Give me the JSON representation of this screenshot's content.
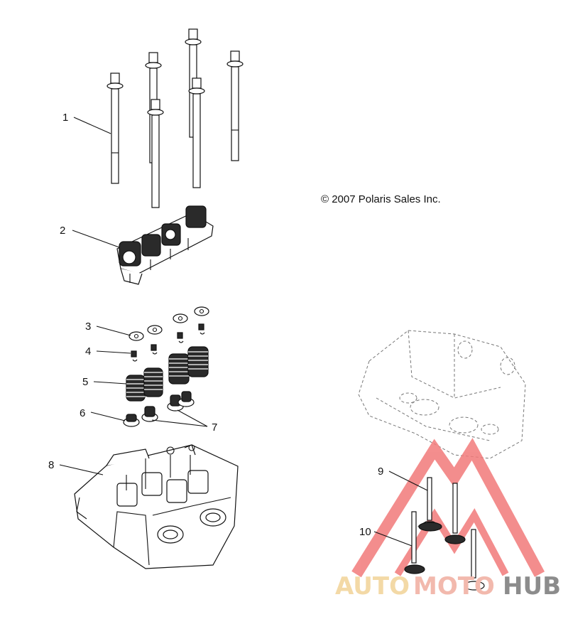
{
  "copyright": "© 2007 Polaris Sales Inc.",
  "callouts": [
    "1",
    "2",
    "3",
    "4",
    "5",
    "6",
    "7",
    "8",
    "9",
    "10"
  ],
  "watermark": {
    "part1": "AUTO",
    "part2": "MOTO",
    "part3": "HUB",
    "colors": {
      "auto": "#f3d9a6",
      "moto": "#f2b9ad",
      "hub": "#8c8c8c",
      "triangle": "#f27a7a"
    }
  },
  "icons": [
    "bolt-icon",
    "rocker-arm-icon",
    "retainer-icon",
    "keeper-icon",
    "valve-spring-icon",
    "spring-seat-icon",
    "valve-seal-icon",
    "cylinder-head-icon",
    "valve-icon"
  ]
}
